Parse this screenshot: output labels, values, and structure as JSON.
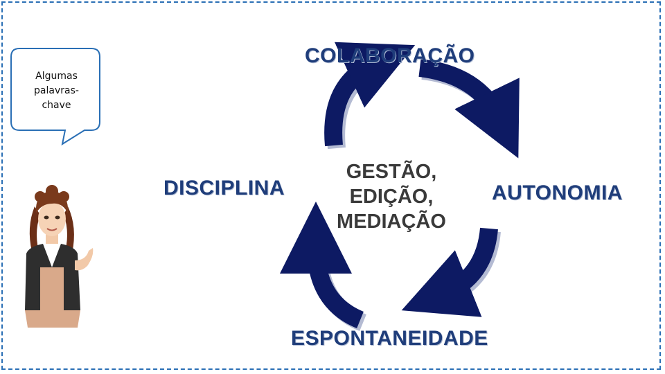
{
  "speech_bubble": {
    "lines": [
      "Algumas",
      "palavras-",
      "chave"
    ]
  },
  "cycle": {
    "top": "COLABORAÇÃO",
    "right": "AUTONOMIA",
    "bottom": "ESPONTANEIDADE",
    "left": "DISCIPLINA",
    "center_lines": [
      "GESTÃO,",
      "EDIÇÃO,",
      "MEDIAÇÃO"
    ]
  },
  "colors": {
    "frame": "#2a6fb5",
    "arrow": "#0d1a63",
    "keyword": "#1f3d7a",
    "center": "#3a3a3a"
  }
}
